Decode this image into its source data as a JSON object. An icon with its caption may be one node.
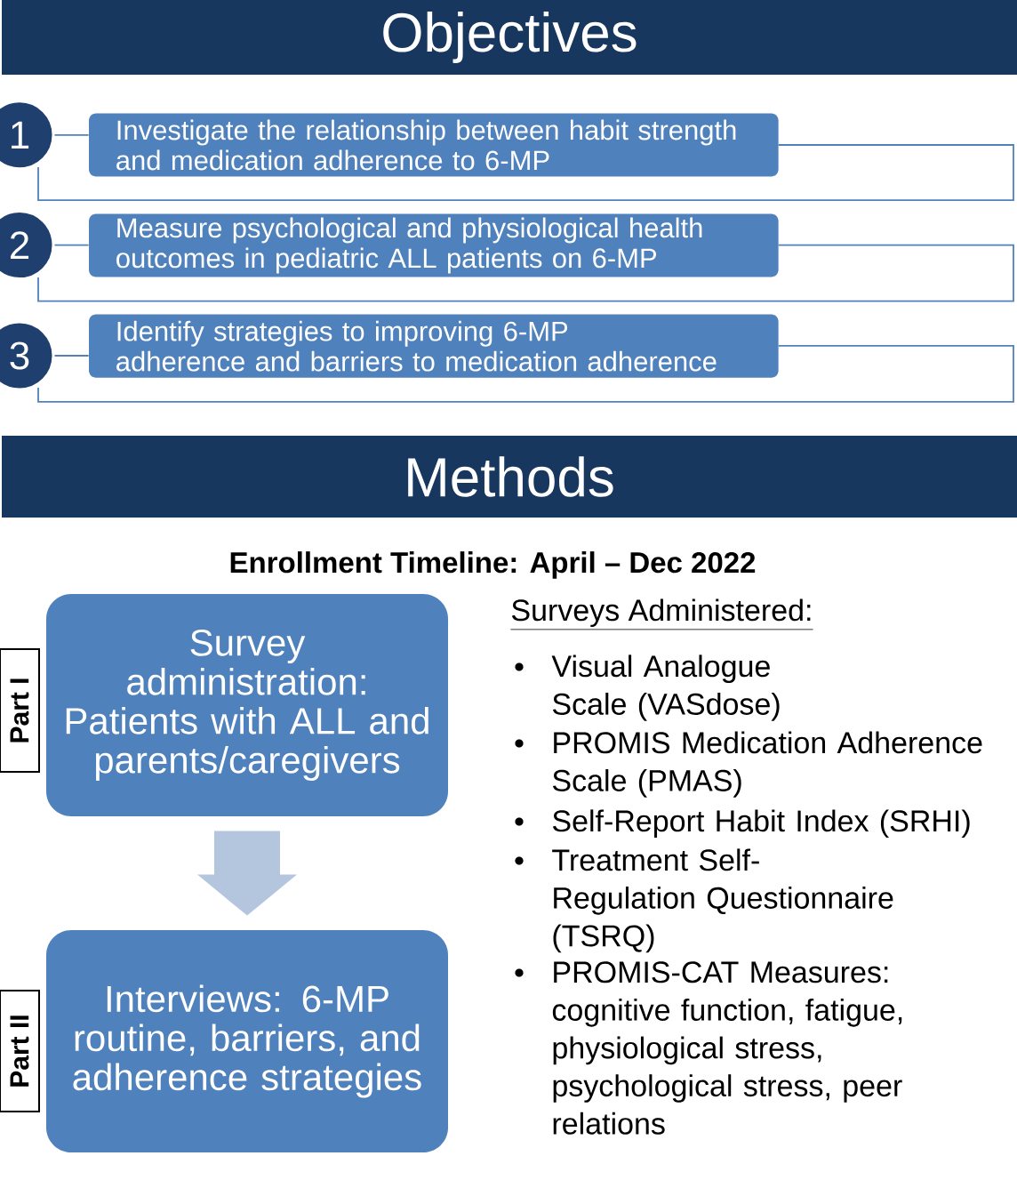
{
  "diagram": {
    "nodes": [
      {
        "text": [
          "Objectives"
        ]
      },
      {
        "text": [
          "1"
        ]
      },
      {
        "text": [
          "Investigate the relationship between habit strength and medication adherence to 6-MP"
        ]
      },
      {
        "text": [
          "2"
        ]
      },
      {
        "text": [
          "Measure psychological and physiological health outcomes in pediatric ALL patients on 6-MP"
        ]
      },
      {
        "text": [
          "3"
        ]
      },
      {
        "text": [
          "Identify strategies to improving 6-MP adherence and barriers to medication adherence"
        ]
      },
      {
        "text": [
          "Methods"
        ]
      },
      {
        "text": [
          "Part I"
        ]
      },
      {
        "text": [
          "Survey administration: Patients with ALL and parents/caregivers"
        ]
      },
      {
        "text": [
          "Part II"
        ]
      },
      {
        "text": [
          "Interviews: 6-MP routine, barriers, and adherence strategies"
        ]
      }
    ],
    "edges": [
      {
        "from": 1,
        "to": 2,
        "arrow": "none"
      },
      {
        "from": 3,
        "to": 4,
        "arrow": "none"
      },
      {
        "from": 5,
        "to": 6,
        "arrow": "none"
      },
      {
        "from": 9,
        "to": 11,
        "arrow": "to",
        "style": "thick",
        "color": "#b3c6dd"
      }
    ],
    "labels": [
      "Enrollment Timeline: April – Dec 2022",
      "Surveys Administered:",
      "Visual Analogue Scale (VASdose)",
      "PROMIS Medication Adherence Scale (PMAS)",
      "Self-Report Habit Index (SRHI)",
      "Treatment Self-Regulation Questionnaire (TSRQ)",
      "PROMIS-CAT Measures: cognitive function, fatigue, physiological stress, psychological stress, peer relations"
    ]
  }
}
